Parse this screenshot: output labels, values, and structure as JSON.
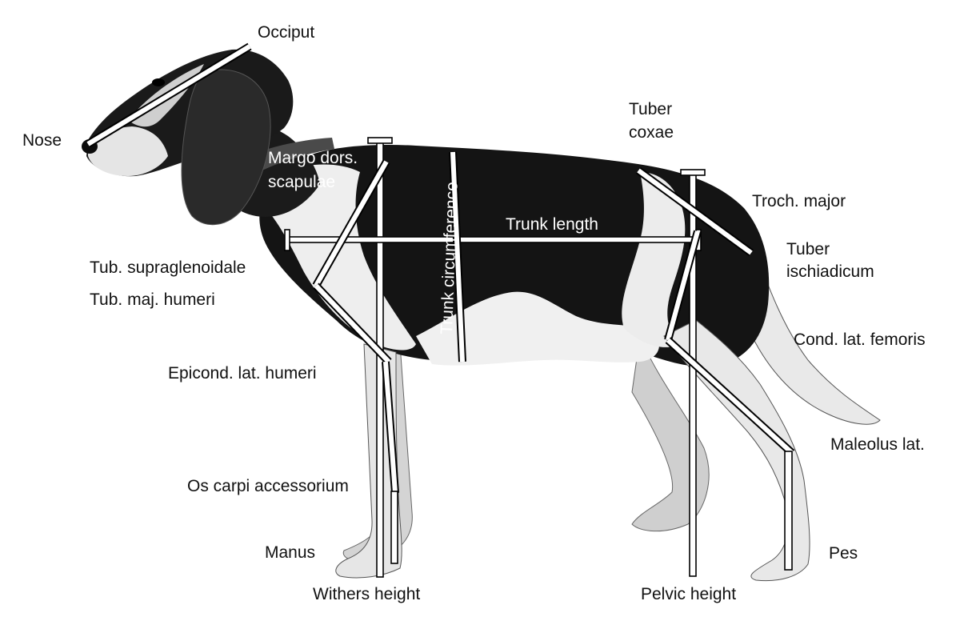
{
  "labels": {
    "occiput": "Occiput",
    "nose": "Nose",
    "tuber_coxae_1": "Tuber",
    "tuber_coxae_2": "coxae",
    "margo_1": "Margo dors.",
    "margo_2": "scapulae",
    "troch_major": "Troch. major",
    "trunk_length": "Trunk length",
    "tuber_isch_1": "Tuber",
    "tuber_isch_2": "ischiadicum",
    "tub_supragl": "Tub. supraglenoidale",
    "tub_maj": "Tub. maj. humeri",
    "trunk_circ": "Trunk  circumference",
    "cond_lat": "Cond. lat. femoris",
    "epicond": "Epicond. lat. humeri",
    "maleolus": "Maleolus lat.",
    "os_carpi": "Os carpi accessorium",
    "manus": "Manus",
    "pes": "Pes",
    "withers_height": "Withers height",
    "pelvic_height": "Pelvic height"
  },
  "colors": {
    "background": "#ffffff",
    "measure_bar": "#ffffff",
    "outline": "#000000",
    "dog_black": "#141414",
    "dog_white": "#f2f2f2",
    "dog_grey": "#8a8a8a",
    "text": "#111111"
  }
}
